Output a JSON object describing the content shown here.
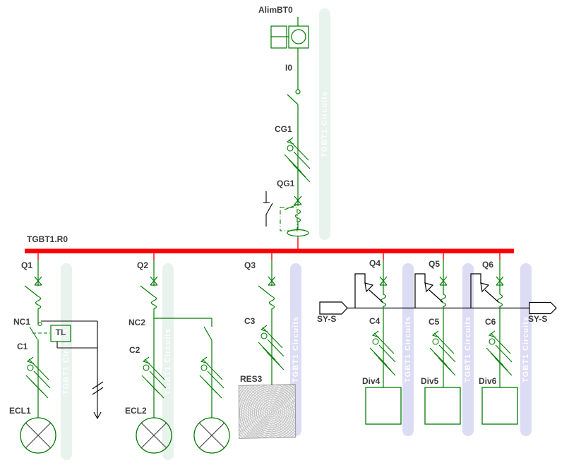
{
  "watermark": {
    "text": "TGBT1 Circuits"
  },
  "colors": {
    "line_green": "#007c00",
    "busbar_red": "#ff0000",
    "control_black": "#000000",
    "label_gray": "#3c3c3c",
    "band_green": "#e9f3ed",
    "band_lavender": "#dcdcf4",
    "watermark_text": "#ffffff",
    "res3_gray": "#c0c0c0"
  },
  "source_label": "AlimBT0",
  "busbar_label": "TGBT1.R0",
  "devices": {
    "i0": "I0",
    "cg1": "CG1",
    "qg1": "QG1",
    "q1": "Q1",
    "q2": "Q2",
    "q3": "Q3",
    "q4": "Q4",
    "q5": "Q5",
    "q6": "Q6",
    "nc1": "NC1",
    "nc2": "NC2",
    "tl": "TL",
    "c1": "C1",
    "c2": "C2",
    "c3": "C3",
    "c4": "C4",
    "c5": "C5",
    "c6": "C6",
    "ecl1": "ECL1",
    "ecl2": "ECL2",
    "res3": "RES3",
    "div4": "Div4",
    "div5": "Div5",
    "div6": "Div6",
    "sy_s_left": "SY-S",
    "sy_s_right": "SY-S"
  }
}
